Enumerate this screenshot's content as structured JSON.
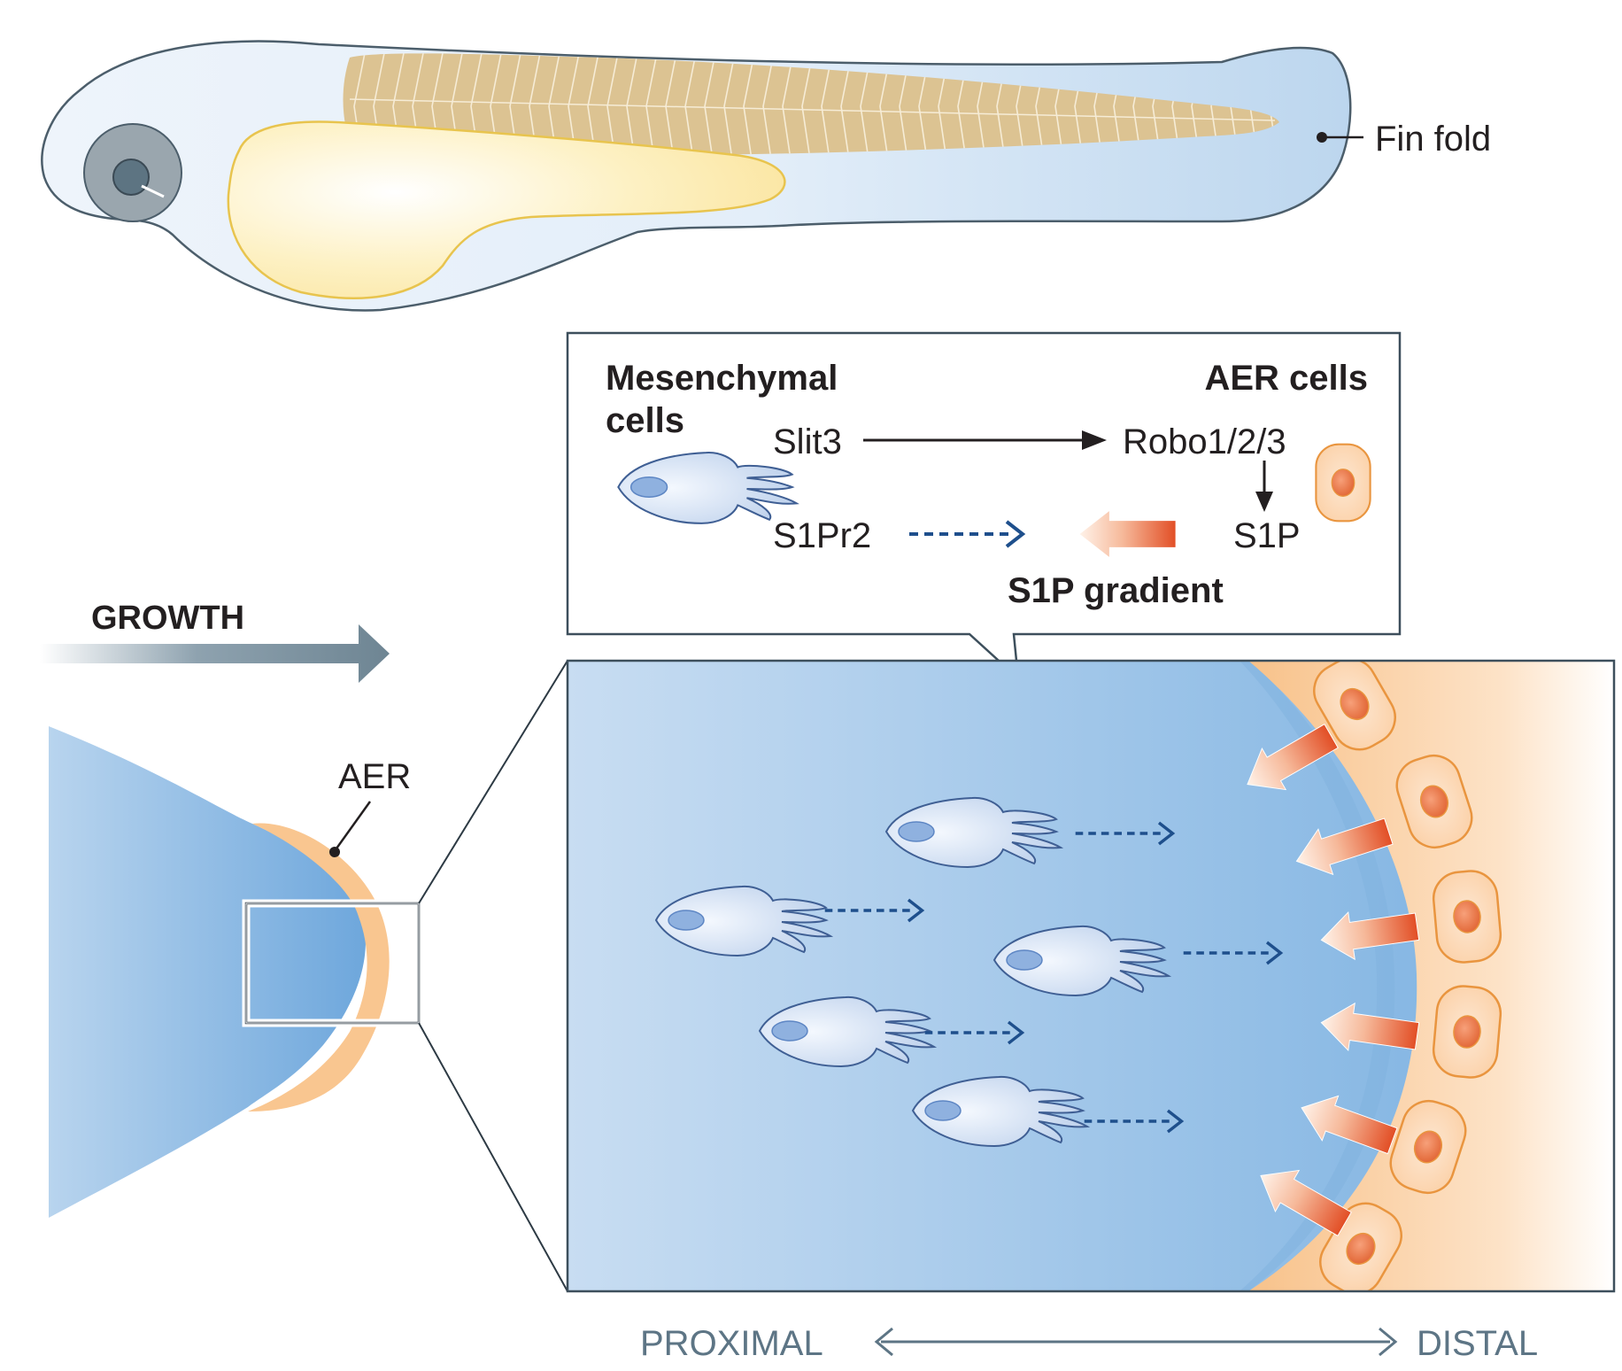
{
  "labels": {
    "fin_fold": "Fin fold",
    "mesenchymal_cells": [
      "Mesenchymal",
      "cells"
    ],
    "aer_cells": "AER cells",
    "slit3": "Slit3",
    "robo": "Robo1/2/3",
    "s1pr2": "S1Pr2",
    "s1p": "S1P",
    "s1p_gradient": "S1P gradient",
    "growth": "GROWTH",
    "aer": "AER",
    "proximal": "PROXIMAL",
    "distal": "DISTAL"
  },
  "colors": {
    "mesenchyme_blue": "#7fb2de",
    "aer_orange": "#f9c690",
    "cell_fill": "#dbe6f5",
    "dashed_arrow": "#1e4f8c",
    "gradient_arrow": "#e8552c",
    "frame": "#3d4f5c",
    "somite": "#dcc392",
    "yolk": "#fdefb6",
    "growth_arrow": "#6e8593"
  }
}
